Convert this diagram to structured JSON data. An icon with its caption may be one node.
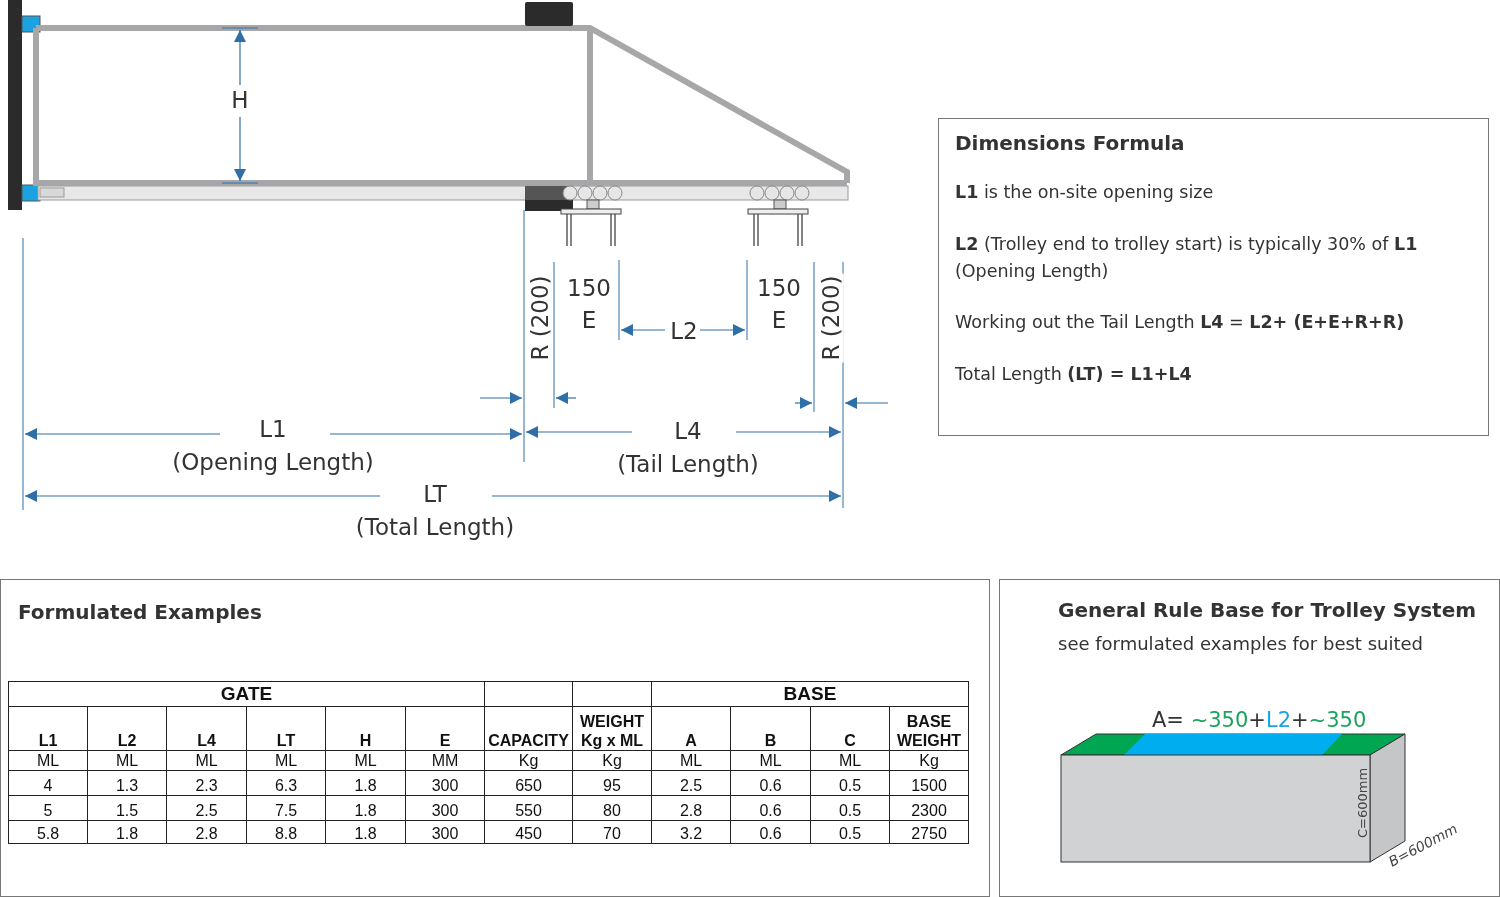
{
  "diagram": {
    "nodes": [
      {
        "text": [
          "Dimensions Formula",
          "**L1** is the on-site opening size",
          "**L2** (Trolley end to trolley start) is typically 30% of **L1** (Opening Length)",
          "Working out the Tail Length **L4** = **L2+ (E+E+R+R)**",
          "Total Length **(LT) = L1+L4**"
        ]
      },
      {
        "text": [
          "Formulated Examples"
        ]
      },
      {
        "text": [
          "General Rule Base for Trolley System",
          "see formulated examples for best suited"
        ]
      }
    ],
    "labels": [
      "H",
      "R (200)",
      "150",
      "E",
      "L2",
      "150",
      "E",
      "R (200)",
      "L1",
      "(Opening Length)",
      "L4",
      "(Tail Length)",
      "LT",
      "(Total Length)",
      "GATE",
      "BASE",
      "L1",
      "L2",
      "L4",
      "LT",
      "H",
      "E",
      "CAPACITY",
      "WEIGHT Kg x ML",
      "A",
      "B",
      "C",
      "BASE WEIGHT",
      "ML",
      "ML",
      "ML",
      "ML",
      "ML",
      "MM",
      "Kg",
      "Kg",
      "ML",
      "ML",
      "ML",
      "Kg",
      "4",
      "1.3",
      "2.3",
      "6.3",
      "1.8",
      "300",
      "650",
      "95",
      "2.5",
      "0.6",
      "0.5",
      "1500",
      "5",
      "1.5",
      "2.5",
      "7.5",
      "1.8",
      "300",
      "550",
      "80",
      "2.8",
      "0.6",
      "0.5",
      "2300",
      "5.8",
      "1.8",
      "2.8",
      "8.8",
      "1.8",
      "300",
      "450",
      "70",
      "3.2",
      "0.6",
      "0.5",
      "2750",
      "A= ~350+L2+~350",
      "C=600mm",
      "B=600mm"
    ]
  }
}
